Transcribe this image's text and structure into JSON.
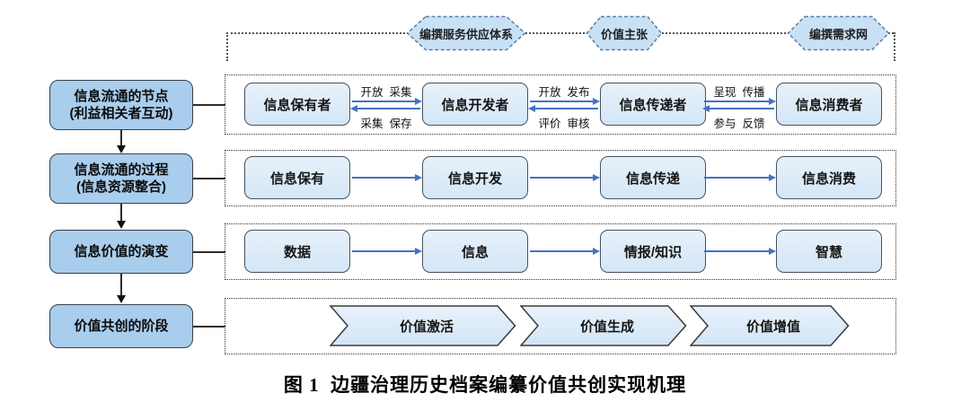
{
  "colors": {
    "left_box_fill": "#a9cdec",
    "node_fill_top": "#e7f1fb",
    "node_fill_bottom": "#d4e6f6",
    "hexagon_fill": "#c9e1f5",
    "arrow_blue": "#4472c4",
    "line_dark": "#2e2e2e"
  },
  "tags": {
    "supply_system": "编撰服务供应体系",
    "value_proposition": "价值主张",
    "demand_network": "编撰需求网"
  },
  "rows": {
    "nodes_row": {
      "left_line1": "信息流通的节点",
      "left_line2": "(利益相关者互动)",
      "nodes": [
        "信息保有者",
        "信息开发者",
        "信息传递者",
        "信息消费者"
      ],
      "flows": [
        {
          "top": "开放  采集",
          "bottom": "采集  保存"
        },
        {
          "top": "开放  发布",
          "bottom": "评价  审核"
        },
        {
          "top": "呈现  传播",
          "bottom": "参与  反馈"
        }
      ]
    },
    "process_row": {
      "left_line1": "信息流通的过程",
      "left_line2": "(信息资源整合)",
      "nodes": [
        "信息保有",
        "信息开发",
        "信息传递",
        "信息消费"
      ]
    },
    "value_row": {
      "left_line1": "信息价值的演变",
      "nodes": [
        "数据",
        "信息",
        "情报/知识",
        "智慧"
      ]
    },
    "stage_row": {
      "left_line1": "价值共创的阶段",
      "chevrons": [
        "价值激活",
        "价值生成",
        "价值增值"
      ]
    }
  },
  "caption": "图 1  边疆治理历史档案编纂价值共创实现机理"
}
